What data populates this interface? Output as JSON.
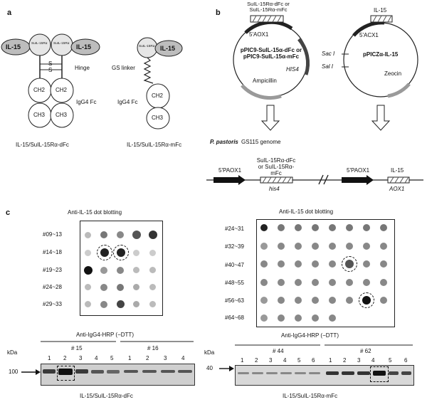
{
  "panel_a": {
    "letter": "a",
    "il15": "IL-15",
    "suil15ra": "SuIL-15Rα",
    "hinge": "Hinge",
    "s": "S",
    "ch2": "CH2",
    "ch3": "CH3",
    "igg4_fc": "IgG4 Fc",
    "gs_linker": "GS linker",
    "caption_dfc": "IL-15/SuIL-15Rα-dFc",
    "caption_mfc": "IL-15/SuIL-15Rα-mFc"
  },
  "panel_b": {
    "letter": "b",
    "plasmid1_top": "SuIL-15Rα-dFc or SuIL-15Rα-mFc",
    "aox": "5'AOX1",
    "plasmid1_name": "pPIC9-SuIL-15α-dFc or pPIC9-SuIL-15α-mFc",
    "his4": "HIS4",
    "ampicillin": "Ampicillin",
    "saci": "Sac I",
    "sali": "Sal I",
    "plasmid2_top": "IL-15",
    "plasmid2_aox": "5'ACX1",
    "plasmid2_name": "pPICZα-IL-15",
    "zeocin": "Zeocin",
    "genome_species": "P. pastoris",
    "genome_strain": "GS115 genome",
    "promoter": "5'PAOX1",
    "insert1": "SuIL-15Rα-dFc or SuIL-15Rα-mFc",
    "his4_gene": "his4",
    "insert2": "IL-15",
    "aox1_gene": "AOX1"
  },
  "panel_c": {
    "letter": "c",
    "dot1_title": "Anti-IL-15 dot blotting",
    "dot1_rows": [
      "#09~13",
      "#14~18",
      "#19~23",
      "#24~28",
      "#29~33"
    ],
    "dot2_title": "Anti-IL-15 dot blotting",
    "dot2_rows": [
      "#24~31",
      "#32~39",
      "#40~47",
      "#48~55",
      "#56~63",
      "#64~68"
    ],
    "wb1_title": "Anti-IgG4-HRP (−DTT)",
    "wb1_group1": "# 15",
    "wb1_group2": "# 16",
    "wb1_lanes1": [
      "1",
      "2",
      "3",
      "4",
      "5"
    ],
    "wb1_lanes2": [
      "1",
      "2",
      "3",
      "4"
    ],
    "wb1_marker": "100",
    "wb1_caption": "IL-15/SuIL-15Rα-dFc",
    "wb2_title": "Anti-IgG4-HRP (−DTT)",
    "wb2_group1": "# 44",
    "wb2_group2": "# 62",
    "wb2_lanes1": [
      "1",
      "2",
      "3",
      "4",
      "5",
      "6"
    ],
    "wb2_lanes2": [
      "1",
      "2",
      "3",
      "4",
      "5",
      "6"
    ],
    "wb2_marker": "40",
    "wb2_caption": "IL-15/SuIL-15Rα-mFc",
    "kda": "kDa"
  },
  "colors": {
    "ovals": "#bdbdbd",
    "dark": "#111111",
    "blot_bg": "#cfcfcf"
  }
}
